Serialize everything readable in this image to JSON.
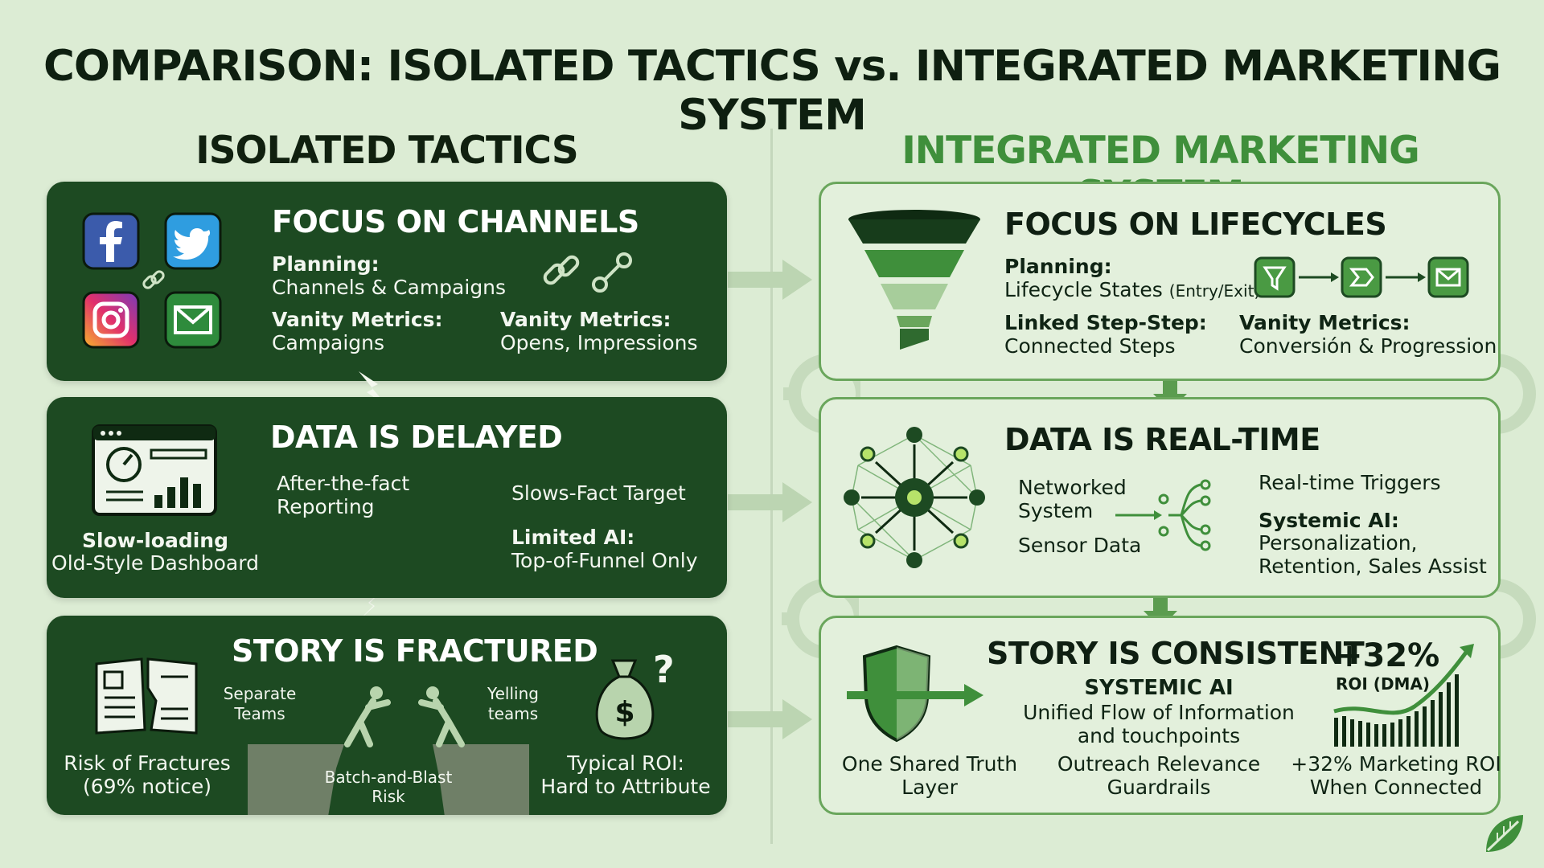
{
  "title": "COMPARISON: ISOLATED TACTICS vs. INTEGRATED MARKETING SYSTEM",
  "left": {
    "heading": "ISOLATED TACTICS",
    "panels": [
      {
        "title": "FOCUS ON CHANNELS",
        "planning_label": "Planning:",
        "planning_value": "Channels & Campaigns",
        "vanity1_label": "Vanity Metrics:",
        "vanity1_value": "Campaigns",
        "vanity2_label": "Vanity Metrics:",
        "vanity2_value": "Opens, Impressions",
        "icons": [
          "facebook-icon",
          "twitter-icon",
          "instagram-icon",
          "email-icon",
          "link-icon",
          "broken-link-icon"
        ]
      },
      {
        "title": "DATA IS DELAYED",
        "dashboard_label": "Slow-loading",
        "dashboard_sub": "Old-Style Dashboard",
        "report_line1": "After-the-fact",
        "report_line2": "Reporting",
        "target": "Slows-Fact Target",
        "ai_label": "Limited AI:",
        "ai_value": "Top-of-Funnel Only"
      },
      {
        "title": "STORY IS FRACTURED",
        "book_line1": "Risk of Fractures",
        "book_line2": "(69% notice)",
        "separate_line1": "Separate",
        "separate_line2": "Teams",
        "yelling_line1": "Yelling",
        "yelling_line2": "teams",
        "cliff_line1": "Batch-and-Blast",
        "cliff_line2": "Risk",
        "roi_line1": "Typical ROI:",
        "roi_line2": "Hard to Attribute",
        "question_mark": "?"
      }
    ]
  },
  "right": {
    "heading": "INTEGRATED MARKETING SYSTEM",
    "panels": [
      {
        "title": "FOCUS ON LIFECYCLES",
        "planning_label": "Planning:",
        "planning_value": "Lifecycle States",
        "planning_small": "(Entry/Exit)",
        "linked_label": "Linked Step-Step:",
        "linked_value": "Connected Steps",
        "vanity_label": "Vanity Metrics:",
        "vanity_value": "Conversión & Progression"
      },
      {
        "title": "DATA IS REAL-TIME",
        "network_line1": "Networked",
        "network_line2": "System",
        "sensor": "Sensor Data",
        "triggers": "Real-time Triggers",
        "ai_label": "Systemic AI:",
        "ai_line1": "Personalization,",
        "ai_line2": "Retention, Sales Assist"
      },
      {
        "title": "STORY IS CONSISTENT",
        "roi_big": "+32%",
        "roi_small": "ROI (DMA)",
        "systemic": "SYSTEMIC AI",
        "flow_line1": "Unified Flow of Information",
        "flow_line2": "and touchpoints",
        "truth_line1": "One Shared Truth",
        "truth_line2": "Layer",
        "outreach_line1": "Outreach Relevance",
        "outreach_line2": "Guardrails",
        "roi_line1": "+32% Marketing ROI",
        "roi_line2": "When Connected"
      }
    ]
  },
  "colors": {
    "background": "#dcecd4",
    "dark_panel": "#1d4a22",
    "accent_green": "#3f8f3b",
    "light_panel": "#e3f0dc",
    "border": "#6aa65c"
  }
}
